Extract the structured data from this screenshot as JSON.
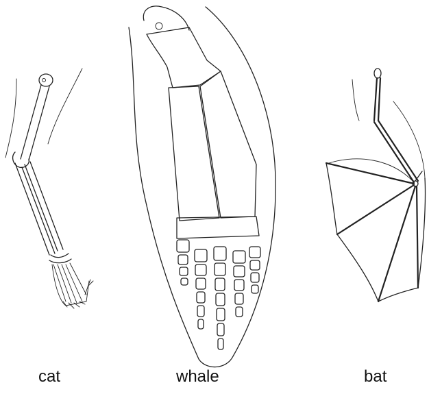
{
  "labels": {
    "cat": "cat",
    "whale": "whale",
    "bat": "bat"
  },
  "colors": {
    "ink": "#222222",
    "background": "#ffffff"
  }
}
